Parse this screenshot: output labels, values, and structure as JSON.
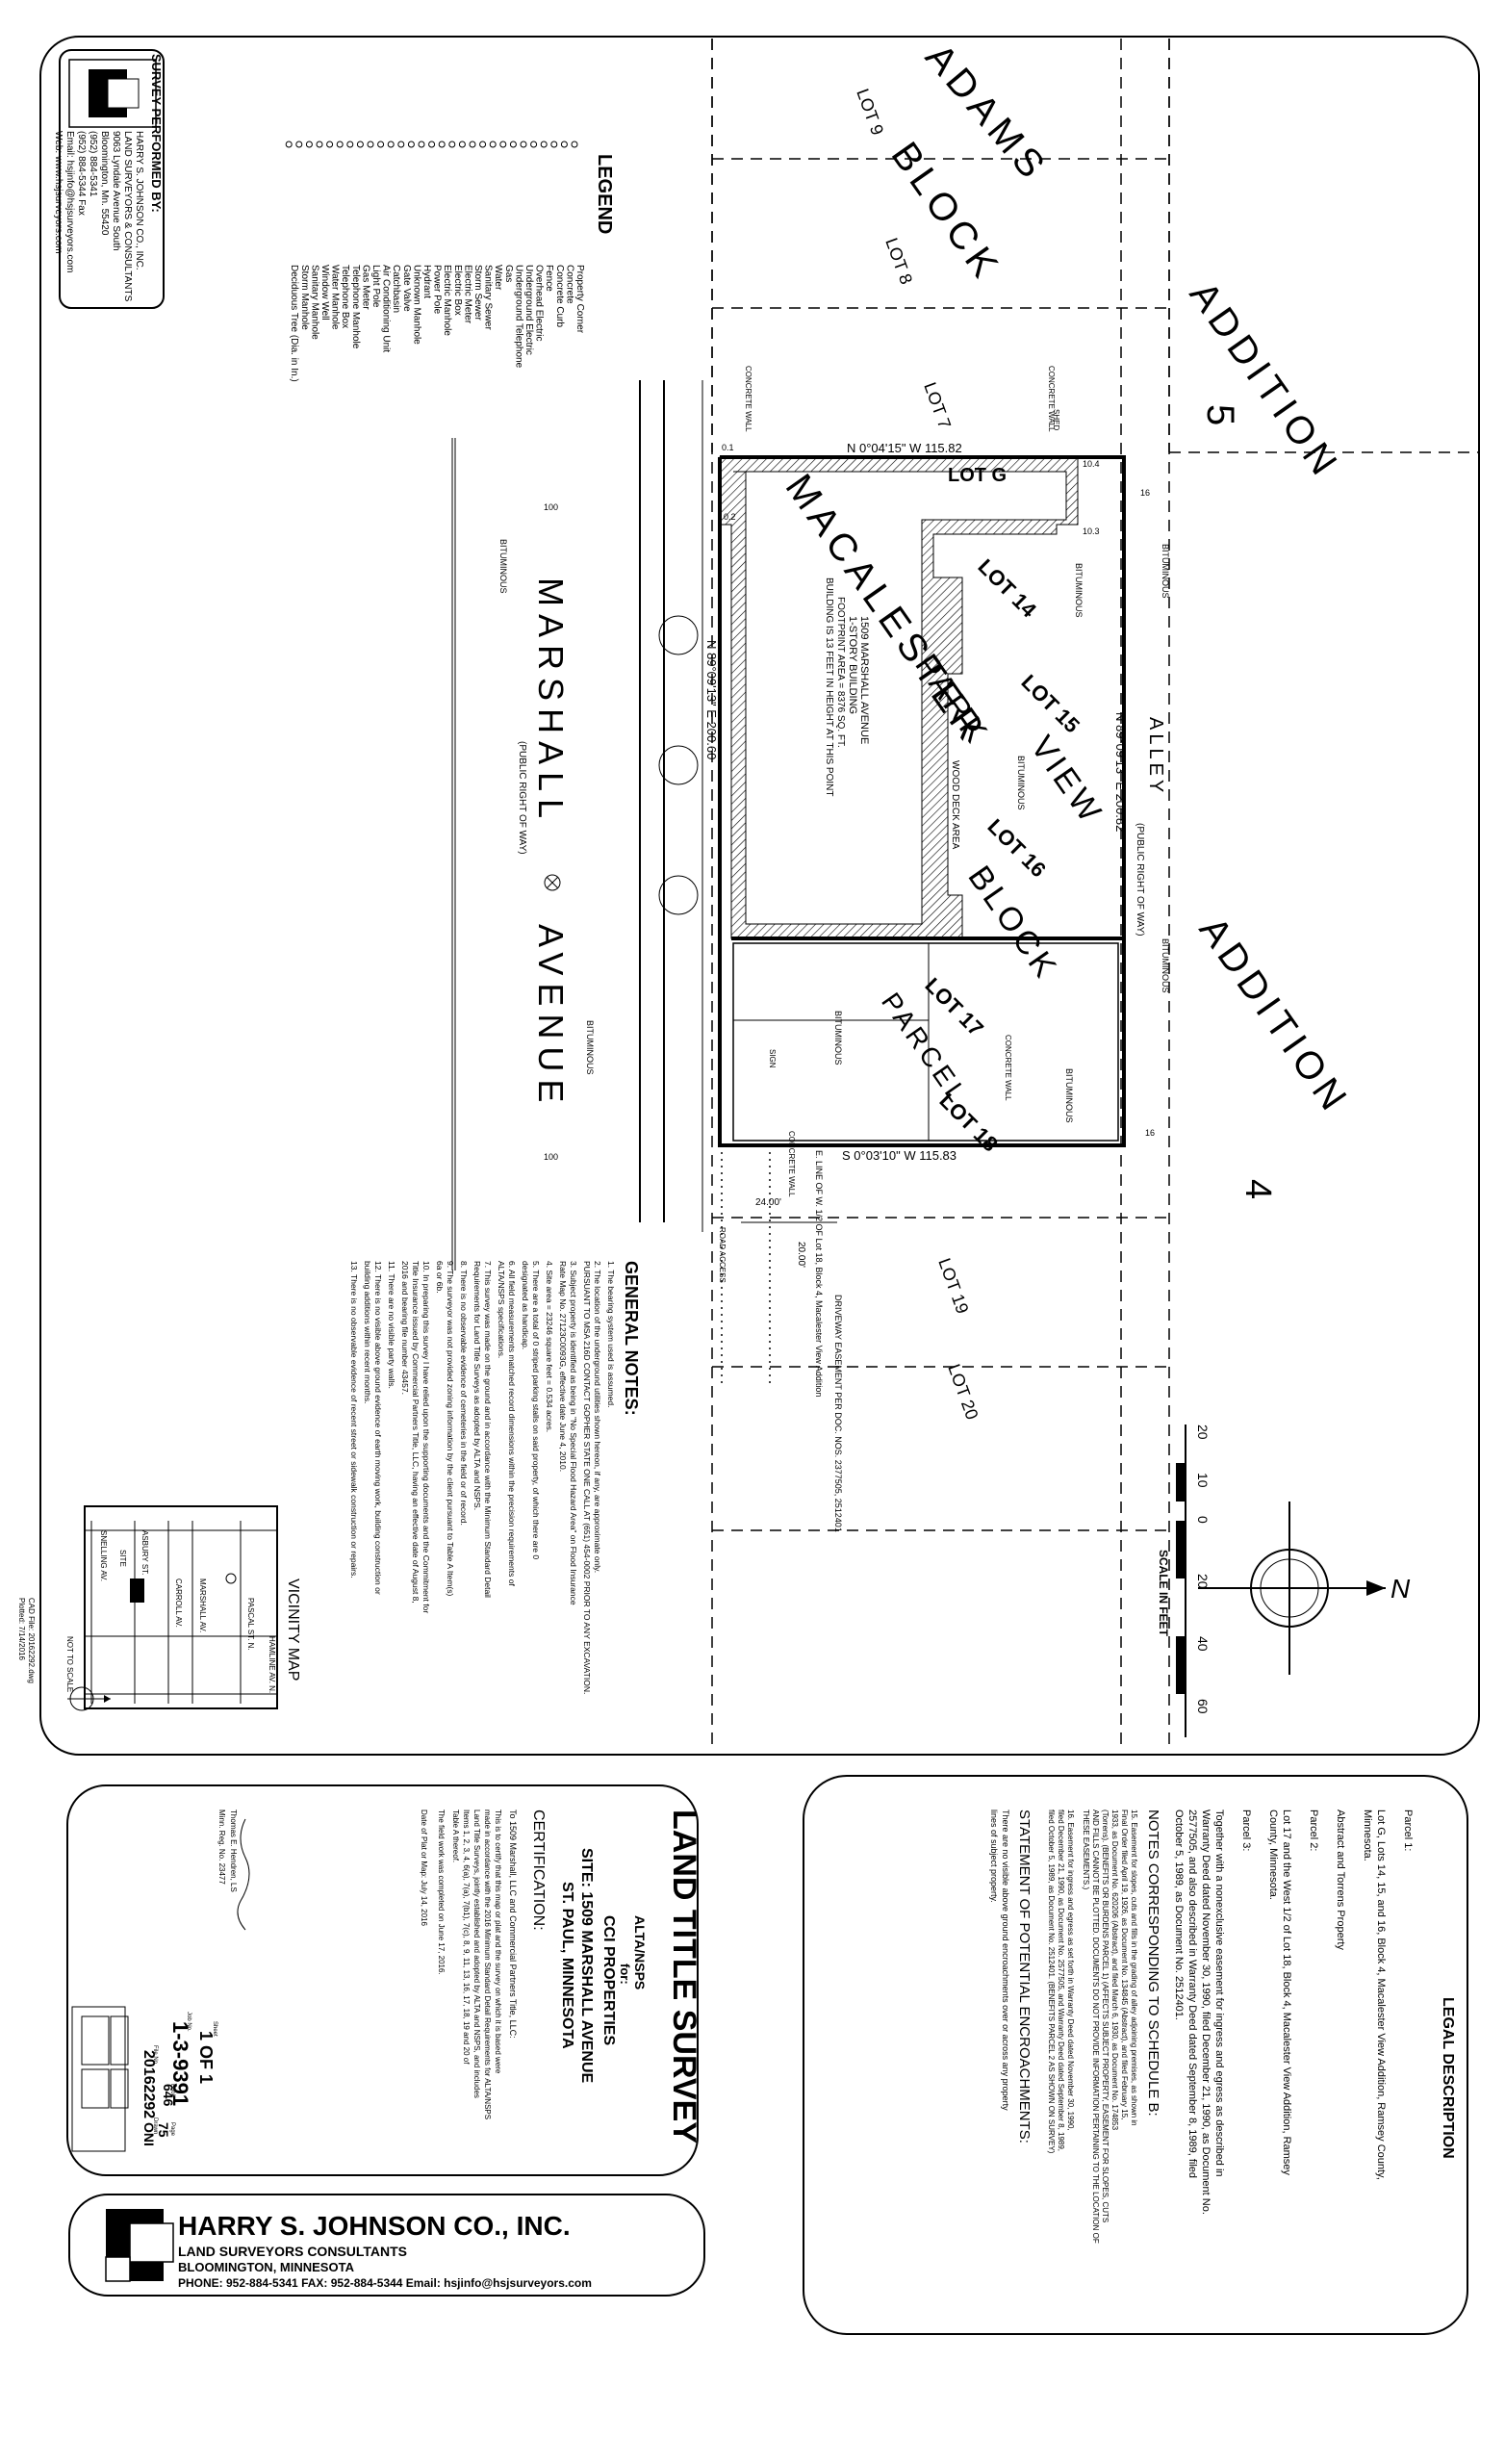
{
  "legend": {
    "title": "LEGEND",
    "items": [
      "Property Corner",
      "Concrete",
      "Concrete Curb",
      "Fence",
      "Overhead Electric",
      "Underground Electric",
      "Underground Telephone",
      "Gas",
      "Water",
      "Sanitary Sewer",
      "Storm Sewer",
      "Electric Meter",
      "Electric Box",
      "Electric Manhole",
      "Power Pole",
      "Hydrant",
      "Unknown Manhole",
      "Gate Valve",
      "Catchbasin",
      "Air Conditioning Unit",
      "Light Pole",
      "Gas Meter",
      "Telephone Manhole",
      "Telephone Box",
      "Water Manhole",
      "Window Well",
      "Sanitary Manhole",
      "Storm Manhole",
      "Deciduous Tree (Dia. in In.)"
    ]
  },
  "surveyor_box": {
    "performed_by": "SURVEY PERFORMED BY:",
    "lines": [
      "HARRY S. JOHNSON CO., INC.",
      "LAND SURVEYORS & CONSULTANTS",
      "9063 Lyndale Avenue South",
      "Bloomington, Mn. 55420",
      "(952) 884-5341",
      "(952) 884-5344 Fax",
      "Email: hsjinfo@hsjsurveyors.com",
      "Web: www.hsjsurveyors.com"
    ]
  },
  "plan": {
    "block_labels": [
      "ADAMS",
      "BLOCK",
      "ADDITION",
      "5",
      "MACALESTER",
      "PARK",
      "VIEW",
      "BLOCK",
      "PARCEL",
      "ADDITION",
      "4"
    ],
    "lots_outer": [
      "LOT 9",
      "LOT 8",
      "LOT 7",
      "LOT 19",
      "LOT 20"
    ],
    "lots_inner": [
      "LOT G",
      "LOT 14",
      "LOT 15",
      "LOT 16",
      "LOT 17",
      "LOT 18"
    ],
    "bearings": [
      "N 0°04'15\" W 115.82",
      "N 89°09'13\" E 200.82",
      "N 89°09'13\" E 200.60",
      "S 0°03'10\" W 115.83"
    ],
    "streets": {
      "main": "MARSHALL",
      "main2": "AVENUE",
      "row": "(PUBLIC RIGHT OF WAY)",
      "alley": "ALLEY",
      "alley_row": "(PUBLIC RIGHT OF WAY)"
    },
    "building": [
      "1509 MARSHALL AVENUE",
      "1-STORY BUILDING",
      "FOOTPRINT AREA = 8376 SQ. FT.",
      "BUILDING IS 13 FEET IN HEIGHT AT THIS POINT"
    ],
    "labels": {
      "bituminous": "BITUMINOUS",
      "concrete_wall": "CONCRETE WALL",
      "wood_deck": "WOOD DECK AREA",
      "road_access": "ROAD ACCESS",
      "shed": "SHED",
      "sign": "SIGN",
      "dim_24": "24.00'",
      "dim_2000": "20.00'",
      "ordinate_100": "100",
      "ordinate_16": "16",
      "dim_104": "10.4",
      "dim_103": "10.3",
      "dim_01": "0.1",
      "dim_02": "0.2",
      "easement": "DRIVEWAY EASEMENT PER DOC. NOS. 2377505, 2512401",
      "eline": "E. LINE OF W. 1/2 OF Lot 18, Block 4, Macalester View Addition"
    }
  },
  "scale": {
    "title": "SCALE IN FEET",
    "ticks": [
      "20",
      "10",
      "0",
      "20",
      "40",
      "60"
    ]
  },
  "general_notes": {
    "title": "GENERAL NOTES:",
    "items": [
      "1. The bearing system used is assumed.",
      "2. The location of the underground utilities shown hereon, if any, are approximate only. PURSUANT TO MSA 216D CONTACT GOPHER STATE ONE CALL AT (651) 454-0002 PRIOR TO ANY EXCAVATION.",
      "3. Subject property is identified as being in \"No Special Flood Hazard Area\" on Flood Insurance Rate Map No. 27123C0093G, effective date June 4, 2010.",
      "4. Site area = 23246 square feet = 0.534 acres.",
      "5. There are a total of 0 striped parking stalls on said property, of which there are 0 designated as handicap.",
      "6. All field measurements matched record dimensions within the precision requirements of ALTA/NSPS specifications.",
      "7. This survey was made on the ground and in accordance with the Minimum Standard Detail Requirements for Land Title Surveys as adopted by ALTA and NSPS.",
      "8. There is no observable evidence of cemeteries in the field or of record.",
      "9. The surveyor was not provided zoning information by the client pursuant to Table A Item(s) 6a or 6b.",
      "10. In preparing this survey I have relied upon the supporting documents and the Commitment for Title Insurance issued by Commercial Partners Title, LLC, having an effective date of August 8, 2016 and bearing file number 43457.",
      "11. There are no visible party walls.",
      "12. There is no visible above ground evidence of earth moving work, building construction or building additions within recent months.",
      "13. There is no observable evidence of recent street or sidewalk construction or repairs."
    ]
  },
  "vicinity": {
    "title": "VICINITY MAP",
    "streets": [
      "SNELLING AV.",
      "ASBURY ST.",
      "CARROLL AV.",
      "MARSHALL AV.",
      "PASCAL ST. N.",
      "HAMLINE AV. N."
    ],
    "site": "SITE",
    "not_to_scale": "NOT TO SCALE"
  },
  "cad": {
    "file": "CAD File: 20162292.dwg",
    "date": "Plotted: 7/14/2016"
  },
  "legal": {
    "title": "LEGAL DESCRIPTION",
    "parcel1": "Parcel 1:",
    "parcel1_text": "Lot G, Lots 14, 15, and 16, Block 4, Macalester View Addition, Ramsey County, Minnesota.",
    "abstract": "Abstract and Torrens Property",
    "parcel2": "Parcel 2:",
    "parcel2_text": "Lot 17 and the West 1/2 of Lot 18, Block 4, Macalester View Addition, Ramsey County, Minnesota.",
    "parcel3": "Parcel 3:",
    "parcel3_text": "Together with a nonexclusive easement for ingress and egress as described in Warranty Deed dated November 30, 1990, filed December 21, 1990, as Document No. 2577505, and also described in Warranty Deed dated September 8, 1989, filed October 5, 1989, as Document No. 2512401.",
    "notes_title": "NOTES CORRESPONDING TO SCHEDULE B:",
    "note15": "15. Easement for slopes, cuts and fills in the grading of alley adjoining premises, as shown in Final Order filed April 19, 1926, as Document No. 134845 (Abstract), and filed February 15, 1933, as Document No. 620206 (Abstract), and filed March 6, 1930, as Document No. 174853 (Torrens). (BENEFITS OR BURDENS PARCEL 1) (AFFECTS SUBJECT PROPERTY, EASEMENT FOR SLOPES, CUTS AND FILLS CANNOT BE PLOTTED. DOCUMENTS DO NOT PROVIDE INFORMATION PERTAINING TO THE LOCATION OF THESE EASEMENTS.)",
    "note16": "16. Easement for ingress and egress as set forth in Warranty Deed dated November 30, 1990, filed December 21, 1990, as Document No. 2577505, and Warranty Deed dated September 8, 1989, filed October 5, 1989, as Document No. 2512401. (BENEFITS PARCEL 2 AS SHOWN ON SURVEY)",
    "encroach_title": "STATEMENT OF POTENTIAL ENCROACHMENTS:",
    "encroach_text": "There are no visible above ground encroachments over or across any property lines of subject property."
  },
  "title_block": {
    "title": "LAND TITLE SURVEY",
    "subtitle": "ALTA/NSPS",
    "for": "for:",
    "client": "CCI PROPERTIES",
    "site": "SITE: 1509 MARSHALL AVENUE",
    "city": "ST. PAUL, MINNESOTA",
    "cert_title": "CERTIFICATION:",
    "cert_to": "To 1509 Marshall, LLC and Commercial Partners Title, LLC:",
    "cert_text": "This is to certify that this map or plat and the survey on which it is based were made in accordance with the 2016 Minimum Standard Detail Requirements for ALTA/NSPS Land Title Surveys, jointly established and adopted by ALTA and NSPS, and includes Items 1, 2, 3, 4, 6(a), 7(a), 7(b1), 7(c), 8, 9, 11, 13, 16, 17, 18, 19 and 20 of Table A thereof.",
    "field": "The field work was completed on June 17, 2016.",
    "date": "Date of Plat or Map: July 14, 2016",
    "signer": "Thomas E. Hendren, LS",
    "reg": "Minn. Reg. No. 23477",
    "sheet": "1 OF 1",
    "job": "1-3-9391",
    "fb": "646",
    "page": "75",
    "file": "20162292",
    "drawn": "ONI",
    "sheet_lbl": "Sheet",
    "job_lbl": "Job No.",
    "fb_lbl": "Book",
    "page_lbl": "Page",
    "file_lbl": "File No.",
    "drawn_lbl": "Drawn"
  },
  "company": {
    "name": "HARRY S. JOHNSON CO., INC.",
    "line1": "LAND SURVEYORS     CONSULTANTS",
    "line2": "BLOOMINGTON, MINNESOTA",
    "line3": "PHONE: 952-884-5341   FAX: 952-884-5344   Email: hsjinfo@hsjsurveyors.com"
  }
}
